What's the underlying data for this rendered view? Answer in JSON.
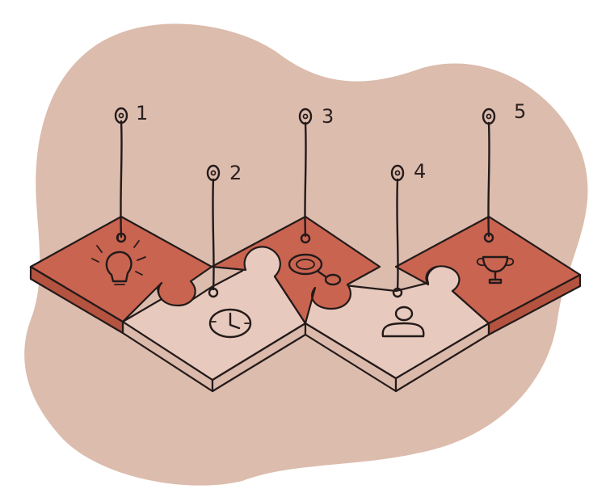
{
  "palette": {
    "blob": "#dcbcad",
    "piece_red": "#c96450",
    "piece_red_side": "#b4533f",
    "piece_light": "#e7cabd",
    "piece_light_side": "#dcbaab",
    "ink": "#231a1a"
  },
  "steps": [
    {
      "number": "1",
      "icon": "lightbulb-icon",
      "tile": "red"
    },
    {
      "number": "2",
      "icon": "clock-icon",
      "tile": "light"
    },
    {
      "number": "3",
      "icon": "search-icon",
      "tile": "red"
    },
    {
      "number": "4",
      "icon": "user-icon",
      "tile": "light"
    },
    {
      "number": "5",
      "icon": "trophy-icon",
      "tile": "red"
    }
  ]
}
